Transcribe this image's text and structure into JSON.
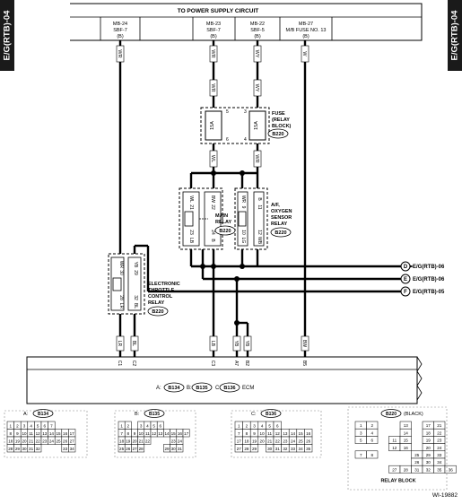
{
  "side_tabs": {
    "left": "E/G(RTB)-04",
    "right": "E/G(RTB)-04"
  },
  "power_supply": {
    "title": "TO POWER SUPPLY CIRCUIT",
    "fuses": [
      {
        "line1": "MB-24",
        "line2": "SBF-7",
        "line3": "(B)"
      },
      {
        "line1": "MB-23",
        "line2": "SBF-7",
        "line3": "(B)"
      },
      {
        "line1": "MB-22",
        "line2": "SBF-5",
        "line3": "(B)"
      },
      {
        "line1": "MB-27",
        "line2": "M/B FUSE NO. 13",
        "line3": "(B)"
      }
    ]
  },
  "wires": {
    "w1": "WR",
    "w2": "WR",
    "w3": "WY",
    "w4": "W",
    "w5": "WR",
    "w6": "WY",
    "w7": "WL",
    "w8": "WR"
  },
  "fuse_block": {
    "rating_left": "15A",
    "rating_right": "15A",
    "label_line1": "FUSE",
    "label_line2": "(RELAY",
    "label_line3": "BLOCK)",
    "connector": "B220",
    "pin_top_left": "5",
    "pin_top_right": "3",
    "pin_bottom_left": "6",
    "pin_bottom_right": "4"
  },
  "main_relay": {
    "label_line1": "MAIN",
    "label_line2": "RELAY",
    "connector": "B220",
    "wire_top_left": "WL",
    "wire_top_right": "BW",
    "pin_top_left": "21",
    "pin_top_right": "22",
    "wire_bot_left": "LB",
    "wire_bot_right": "B",
    "pin_bot_left": "23",
    "pin_bot_right": "24"
  },
  "af_relay": {
    "label_line1": "A/F,",
    "label_line2": "OXYGEN",
    "label_line3": "SENSOR",
    "label_line4": "RELAY",
    "connector": "B220",
    "wire_top_left": "WR",
    "wire_top_right": "B",
    "pin_top_left": "9",
    "pin_top_right": "11",
    "wire_bot_left": "LG",
    "wire_bot_right": "WB",
    "pin_bot_left": "10",
    "pin_bot_right": "12"
  },
  "throttle_relay": {
    "label_line1": "ELECTRONIC",
    "label_line2": "THROTTLE",
    "label_line3": "CONTROL",
    "label_line4": "RELAY",
    "connector": "B220",
    "wire_top_left": "WR",
    "wire_top_right": "YB",
    "pin_top_left": "30",
    "pin_top_right": "29",
    "wire_bot_left": "LR",
    "wire_bot_right": "BL",
    "pin_bot_left": "28",
    "pin_bot_right": "32"
  },
  "ground_refs": [
    {
      "letter": "D",
      "text": "E/G(RTB)-06"
    },
    {
      "letter": "E",
      "text": "E/G(RTB)-06"
    },
    {
      "letter": "F",
      "text": "E/G(RTB)-05"
    }
  ],
  "ecm_wires": [
    "LR",
    "BL",
    "LB",
    "YB",
    "YB",
    "BW"
  ],
  "ecm_pins": [
    "C1",
    "C2",
    "C3",
    "A7",
    "B2",
    "B5"
  ],
  "ecm": {
    "prefix_a": "A:",
    "connector_a": "B134",
    "prefix_b": "B:",
    "connector_b": "B135",
    "prefix_c": "C:",
    "connector_c": "B136",
    "suffix": "ECM"
  },
  "connector_grids": {
    "a": {
      "prefix": "A:",
      "id": "B134",
      "rows": [
        [
          "1",
          "2",
          "3",
          "4",
          "5",
          "6",
          "7"
        ],
        [
          "8",
          "9",
          "10",
          "11",
          "12",
          "13",
          "14",
          "15",
          "16",
          "17"
        ],
        [
          "18",
          "19",
          "20",
          "21",
          "22",
          "23",
          "24",
          "25",
          "26",
          "27"
        ],
        [
          "28",
          "29",
          "30",
          "31",
          "32",
          "",
          "",
          "",
          "33",
          "34"
        ]
      ]
    },
    "b": {
      "prefix": "B:",
      "id": "B135",
      "rows": [
        [
          "1",
          "2",
          "",
          "3",
          "4",
          "5",
          "6"
        ],
        [
          "7",
          "8",
          "9",
          "10",
          "11",
          "12",
          "13",
          "14",
          "15",
          "16",
          "17"
        ],
        [
          "18",
          "19",
          "20",
          "21",
          "22",
          "",
          "",
          "",
          "23",
          "24"
        ],
        [
          "25",
          "26",
          "27",
          "28",
          "",
          "",
          "",
          "29",
          "30",
          "31"
        ]
      ]
    },
    "c": {
      "prefix": "C:",
      "id": "B136",
      "rows": [
        [
          "1",
          "2",
          "3",
          "4",
          "5",
          "6"
        ],
        [
          "7",
          "8",
          "9",
          "10",
          "11",
          "12",
          "13",
          "14",
          "15",
          "16"
        ],
        [
          "17",
          "18",
          "19",
          "20",
          "21",
          "22",
          "23",
          "24",
          "25",
          "26"
        ],
        [
          "27",
          "28",
          "29",
          "",
          "30",
          "31",
          "32",
          "33",
          "34",
          "35"
        ]
      ]
    },
    "relay": {
      "id": "B220",
      "color": "(BLACK)",
      "caption": "RELAY BLOCK",
      "rows": [
        [
          "1",
          "2",
          "",
          "",
          "13",
          "",
          "17",
          "21"
        ],
        [
          "3",
          "4",
          "",
          "",
          "14",
          "",
          "18",
          "22"
        ],
        [
          "5",
          "6",
          "",
          "11",
          "15",
          "",
          "19",
          "23"
        ],
        [
          "",
          "",
          "",
          "12",
          "16",
          "",
          "20",
          "24"
        ],
        [
          "7",
          "8",
          "",
          "",
          "",
          "25",
          "29",
          "33"
        ],
        [
          "",
          "",
          "",
          "",
          "",
          "26",
          "30",
          "34"
        ],
        [
          "",
          "",
          "",
          "27",
          "28",
          "31",
          "32",
          "35",
          "36"
        ]
      ]
    }
  },
  "figure_id": "WI-19882"
}
